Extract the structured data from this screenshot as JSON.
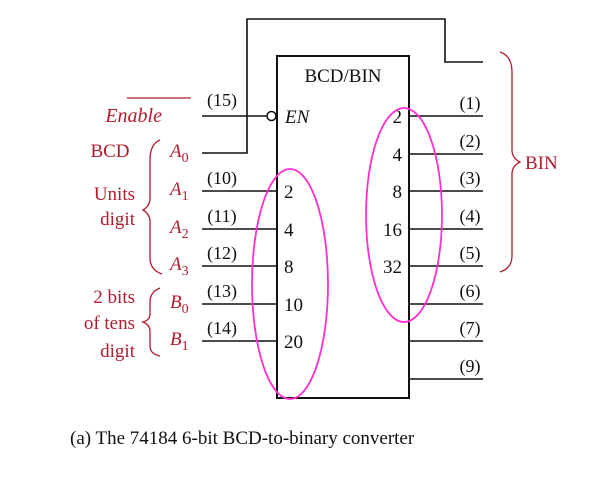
{
  "block": {
    "title": "BCD/BIN",
    "enable_pin_label": "EN"
  },
  "enable": {
    "label": "Enable",
    "pin": "(15)"
  },
  "inputs": [
    {
      "name": "A",
      "sub": "0",
      "pin": "",
      "weight": ""
    },
    {
      "name": "A",
      "sub": "1",
      "pin": "(10)",
      "weight": "2"
    },
    {
      "name": "A",
      "sub": "2",
      "pin": "(11)",
      "weight": "4"
    },
    {
      "name": "A",
      "sub": "3",
      "pin": "(12)",
      "weight": "8"
    },
    {
      "name": "B",
      "sub": "0",
      "pin": "(13)",
      "weight": "10"
    },
    {
      "name": "B",
      "sub": "1",
      "pin": "(14)",
      "weight": "20"
    }
  ],
  "outputs": [
    {
      "pin": "(1)",
      "weight": "2"
    },
    {
      "pin": "(2)",
      "weight": "4"
    },
    {
      "pin": "(3)",
      "weight": "8"
    },
    {
      "pin": "(4)",
      "weight": "16"
    },
    {
      "pin": "(5)",
      "weight": "32"
    },
    {
      "pin": "(6)",
      "weight": ""
    },
    {
      "pin": "(7)",
      "weight": ""
    },
    {
      "pin": "(9)",
      "weight": ""
    }
  ],
  "groups": {
    "bcd": "BCD",
    "units_1": "Units",
    "units_2": "digit",
    "tens_1": "2 bits",
    "tens_2": "of tens",
    "tens_3": "digit",
    "bin": "BIN"
  },
  "caption": "(a)  The 74184 6-bit BCD-to-binary converter",
  "colors": {
    "annotation": "#b01c2e",
    "highlight": "#ff2fd0",
    "line": "#111111"
  }
}
